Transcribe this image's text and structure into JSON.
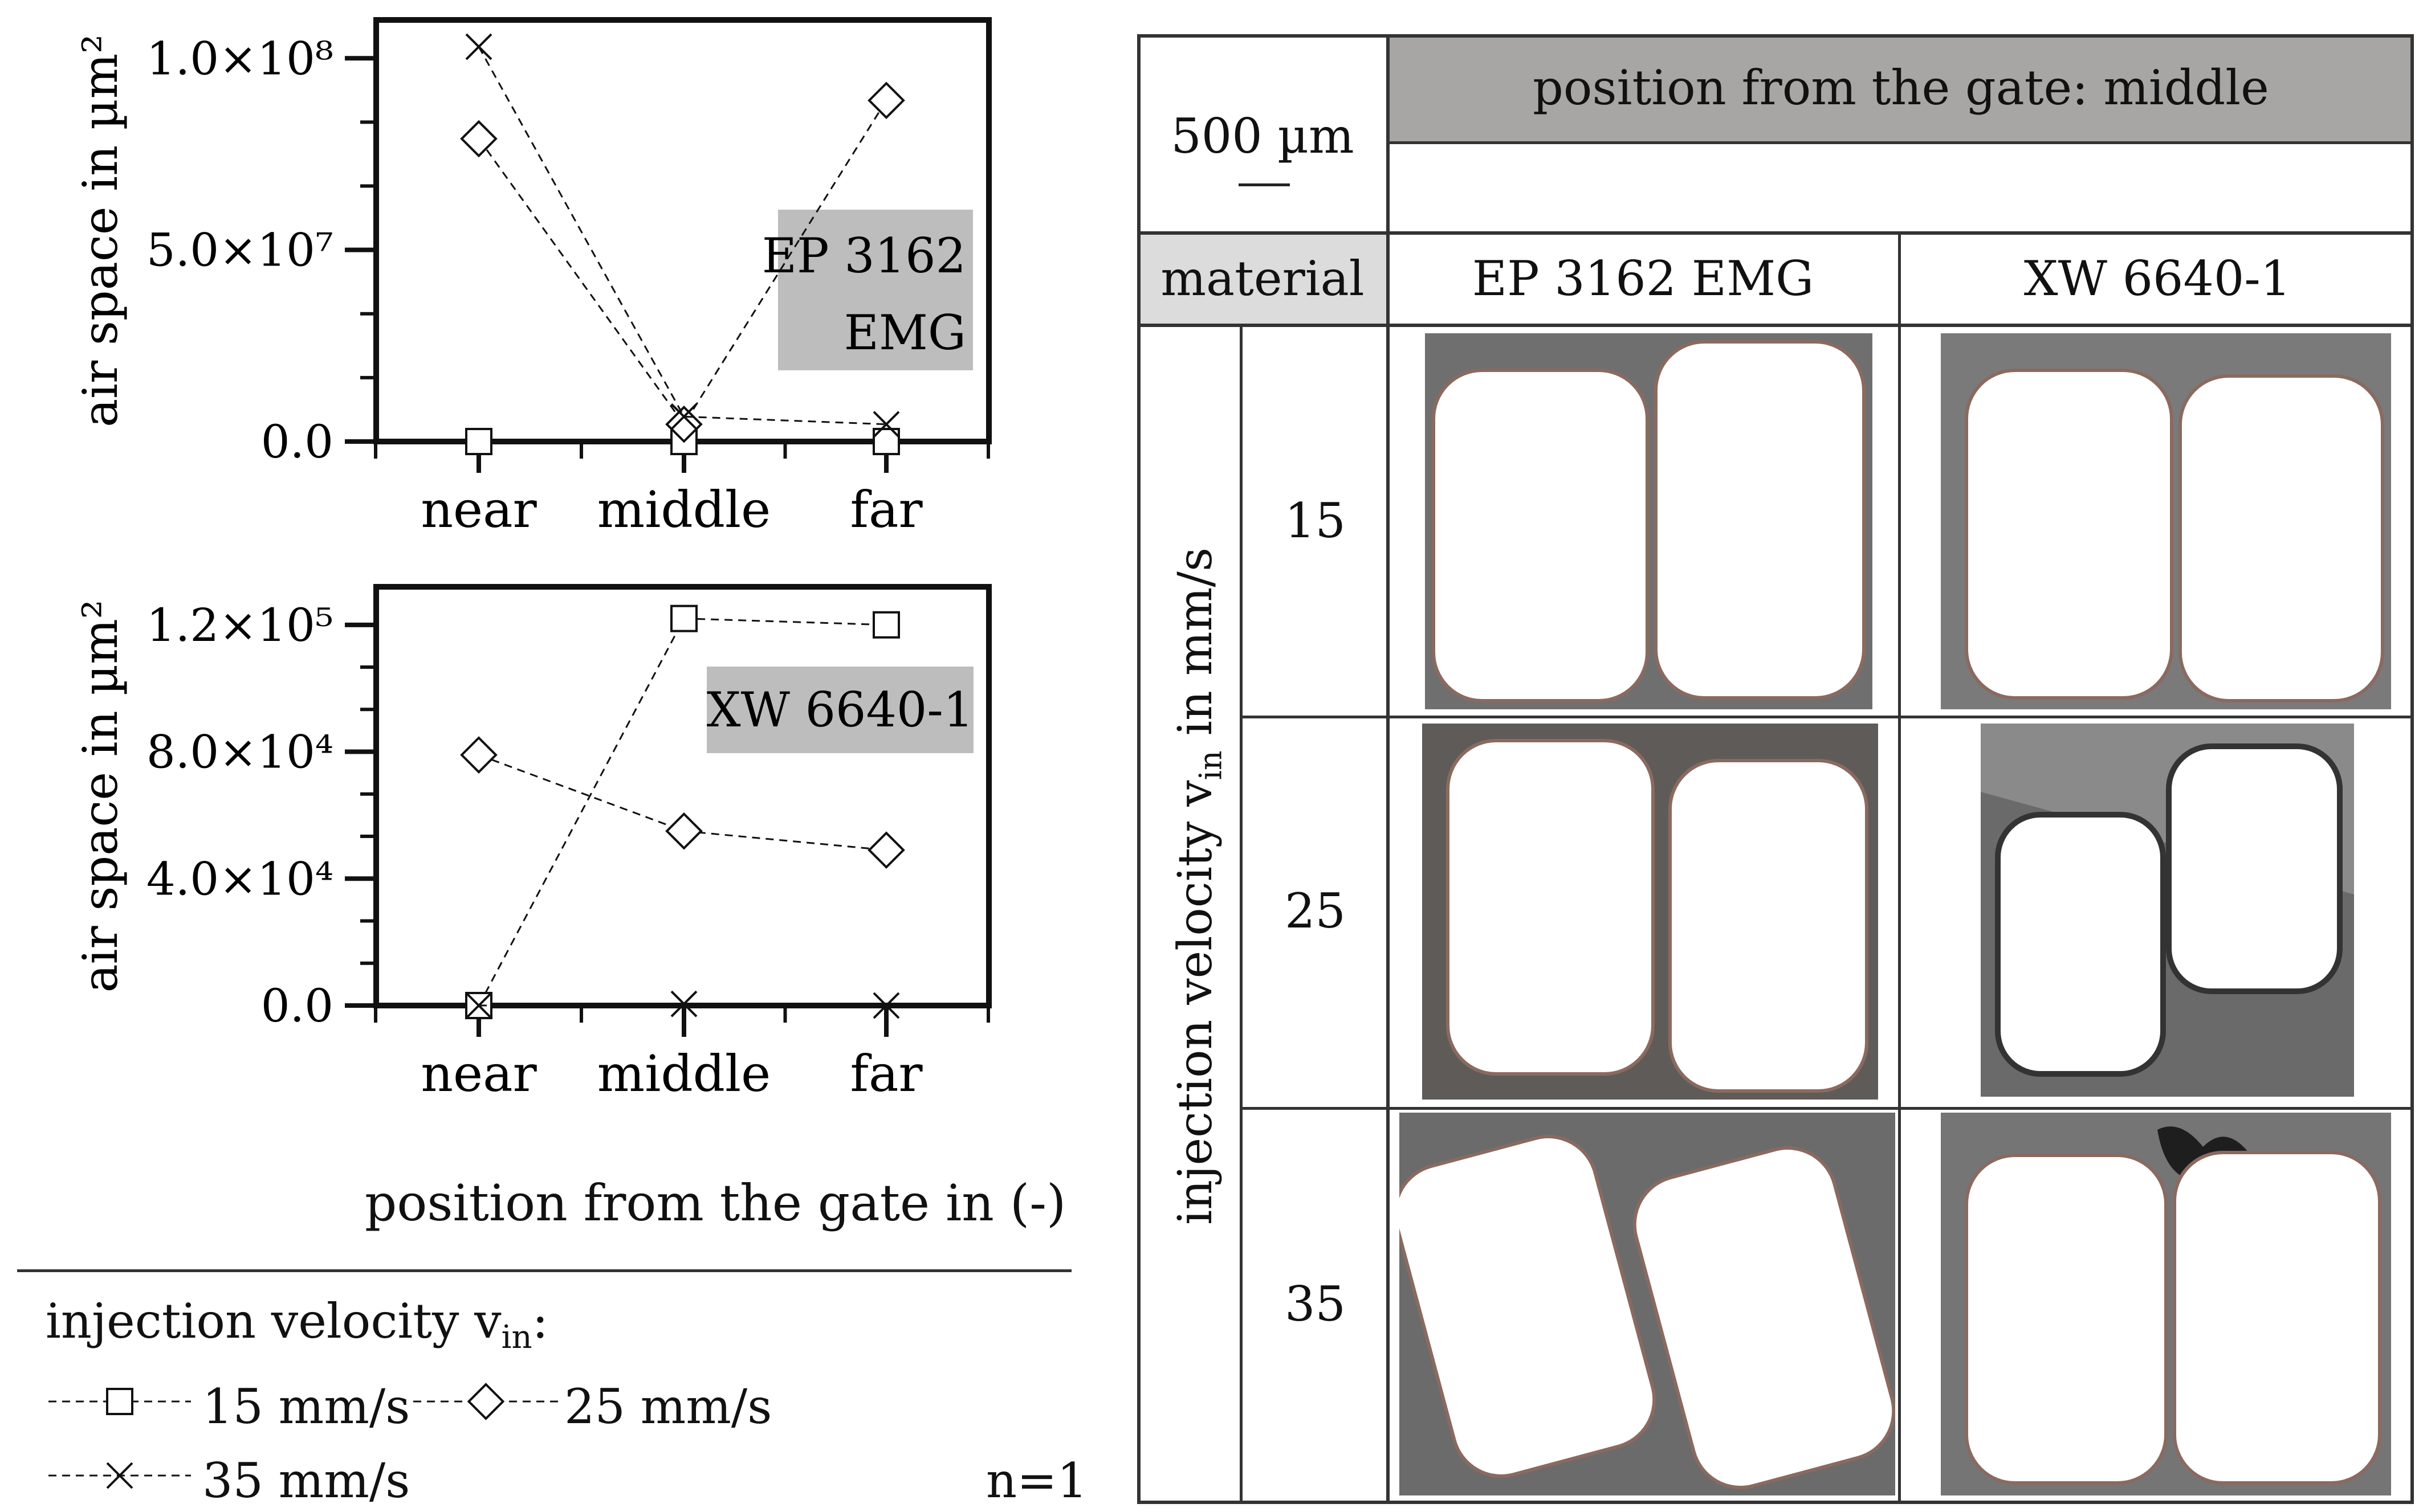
{
  "chart_data": [
    {
      "type": "line",
      "ylabel": "air space in µm²",
      "categories": [
        "near",
        "middle",
        "far"
      ],
      "ylim": [
        0,
        110000000
      ],
      "yticks": [
        "0.0",
        "5.0×10⁷",
        "1.0×10⁸"
      ],
      "ytick_values": [
        0,
        50000000,
        100000000
      ],
      "annotation": "EP 3162 EMG",
      "series": [
        {
          "name": "15 mm/s",
          "marker": "square",
          "values": [
            0,
            0,
            0
          ]
        },
        {
          "name": "25 mm/s",
          "marker": "diamond",
          "values": [
            79000000,
            4500000,
            89000000
          ]
        },
        {
          "name": "35 mm/s",
          "marker": "x",
          "values": [
            103000000,
            6500000,
            4500000
          ]
        }
      ]
    },
    {
      "type": "line",
      "ylabel": "air space in µm²",
      "categories": [
        "near",
        "middle",
        "far"
      ],
      "ylim": [
        0,
        132000
      ],
      "yticks": [
        "0.0",
        "4.0×10⁴",
        "8.0×10⁴",
        "1.2×10⁵"
      ],
      "ytick_values": [
        0,
        40000,
        80000,
        120000
      ],
      "annotation": "XW 6640-1",
      "series": [
        {
          "name": "15 mm/s",
          "marker": "square",
          "values": [
            0,
            122000,
            120000
          ]
        },
        {
          "name": "25 mm/s",
          "marker": "diamond",
          "values": [
            79000,
            55000,
            49000
          ]
        },
        {
          "name": "35 mm/s",
          "marker": "x",
          "values": [
            0,
            500,
            0
          ]
        }
      ]
    }
  ],
  "xaxis_title": "position from the gate in (-)",
  "legend": {
    "title": "injection velocity v",
    "title_sub": "in",
    "title_suffix": ":",
    "items": [
      {
        "label": "15 mm/s",
        "marker": "square"
      },
      {
        "label": "25 mm/s",
        "marker": "diamond"
      },
      {
        "label": "35 mm/s",
        "marker": "x"
      }
    ],
    "n_label": "n=1"
  },
  "panel": {
    "scale_label": "500 µm",
    "header": "position from the gate: middle",
    "material_label": "material",
    "materials": [
      "EP 3162 EMG",
      "XW 6640-1"
    ],
    "row_axis_label": "injection velocity v",
    "row_axis_sub": "in",
    "row_axis_suffix": " in mm/s",
    "velocities": [
      "15",
      "25",
      "35"
    ]
  },
  "colors": {
    "annotation_box": "#bdbdbd",
    "header_fill": "#a8a6a5",
    "material_fill": "#dcdcdc",
    "micrograph_bg": "#6e6e6e",
    "cavity_fill": "#ffffff",
    "cavity_edge": "#8a6a60"
  }
}
